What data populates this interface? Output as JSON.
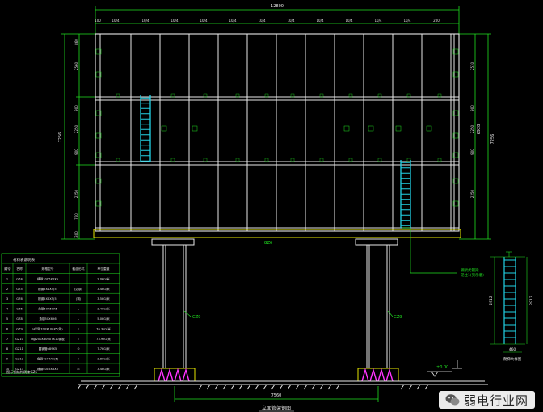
{
  "overall_width": "12800",
  "bay_labels": [
    "100",
    "10/4",
    "10/4",
    "10/4",
    "10/4",
    "10/4",
    "10/4",
    "10/4",
    "10/4",
    "10/4",
    "10/4",
    "10/4",
    "200"
  ],
  "left_dims": [
    "860",
    "2560",
    "900",
    "2250",
    "900",
    "2250",
    "760",
    "300"
  ],
  "left_total": "7256",
  "right_dims": [
    "2510",
    "900",
    "2250",
    "900",
    "2250"
  ],
  "right_total": "6928",
  "right_total2": "7256",
  "bottom_width": "7560",
  "bottom_title": "立面管架钢图",
  "beam_label": "GZ6",
  "column_labels": [
    "GZ9",
    "GZ9"
  ],
  "callout": {
    "line1": "钢架式钢梁",
    "line2": "见注1(见示意)"
  },
  "ladder_dims": {
    "height": "2912",
    "height2": "2912",
    "width": "460"
  },
  "ladder_caption": "爬梯大样图",
  "level_mark": "±0.00",
  "material_table": {
    "title": "材料表说明表",
    "headers": [
      "编号",
      "名称",
      "规格型号",
      "截面形式",
      "单位重量"
    ],
    "rows": [
      [
        "1",
        "GZ4",
        "槽钢10X5X5X5",
        " ",
        "2.0kG/米"
      ],
      [
        "2",
        "GZ5",
        "槽钢5X4X5(5)",
        "(边钢)",
        "3.4kG/米"
      ],
      [
        "3",
        "GZ6",
        "槽钢5X8X5(5)",
        "(钢)",
        "3.5kG/米"
      ],
      [
        "4",
        "GZ6",
        "角钢50X50X5",
        "L",
        "3.4kG/米"
      ],
      [
        "5",
        "GZ8",
        "角钢50X6X6",
        "L",
        "5.0kG/米"
      ],
      [
        "6",
        "GZ9",
        "H型钢700X100X5(钢)",
        "I",
        "76.3kG/米"
      ],
      [
        "7",
        "GZ10",
        "H钢200X300X7X10钢板",
        "I",
        "73.9kG/米"
      ],
      [
        "8",
        "GZ11",
        "圆钢管φ89X5",
        "O",
        "7.7kG/米"
      ],
      [
        "9",
        "GZ12",
        "角钢40X4X5(5)",
        "I",
        "3.8kG/米"
      ],
      [
        "10",
        "GZ13",
        "槽钢40X5X5X5",
        "▭",
        "3.4kG/米"
      ]
    ],
    "footer": "图示钢结构刷漆GZ6"
  },
  "watermark": "弱电行业网",
  "colors": {
    "frame": "#e8e8e8",
    "dim": "#20e020",
    "ladder": "#22d3e6",
    "base": "#e6e600",
    "anchor": "#ff33ff"
  }
}
